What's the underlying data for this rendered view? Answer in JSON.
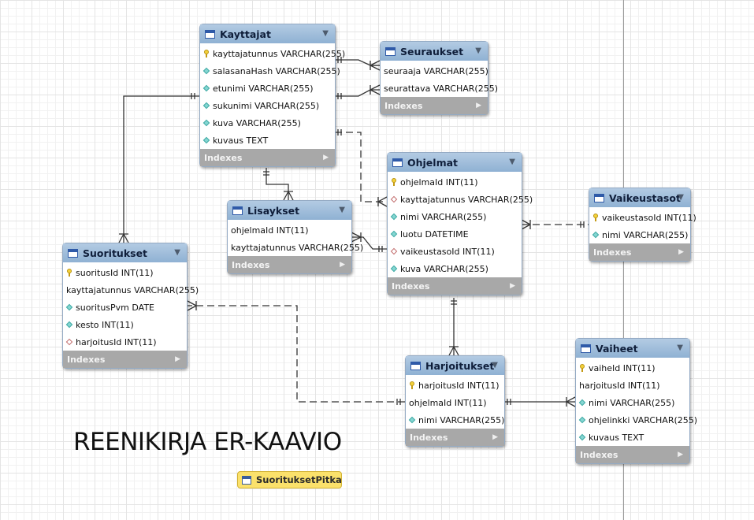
{
  "diagram_title": "REENIKIRJA ER-KAAVIO",
  "view": {
    "name": "SuorituksetPitka",
    "icon": "view-table-icon"
  },
  "indexes_label": "Indexes",
  "tables": {
    "kayttajat": {
      "name": "Kayttajat",
      "columns": [
        {
          "text": "kayttajatunnus VARCHAR(255)",
          "kind": "key"
        },
        {
          "text": "salasanaHash VARCHAR(255)",
          "kind": "attr"
        },
        {
          "text": "etunimi VARCHAR(255)",
          "kind": "attr"
        },
        {
          "text": "sukunimi VARCHAR(255)",
          "kind": "attr"
        },
        {
          "text": "kuva VARCHAR(255)",
          "kind": "attr"
        },
        {
          "text": "kuvaus TEXT",
          "kind": "attr"
        }
      ]
    },
    "seuraukset": {
      "name": "Seuraukset",
      "columns": [
        {
          "text": "seuraaja VARCHAR(255)",
          "kind": "none"
        },
        {
          "text": "seurattava VARCHAR(255)",
          "kind": "none"
        }
      ]
    },
    "ohjelmat": {
      "name": "Ohjelmat",
      "columns": [
        {
          "text": "ohjelmaId INT(11)",
          "kind": "key"
        },
        {
          "text": "kayttajatunnus VARCHAR(255)",
          "kind": "fk"
        },
        {
          "text": "nimi VARCHAR(255)",
          "kind": "attr"
        },
        {
          "text": "luotu DATETIME",
          "kind": "attr"
        },
        {
          "text": "vaikeustasoId INT(11)",
          "kind": "fk"
        },
        {
          "text": "kuva VARCHAR(255)",
          "kind": "attr"
        }
      ]
    },
    "lisaykset": {
      "name": "Lisaykset",
      "columns": [
        {
          "text": "ohjelmaId INT(11)",
          "kind": "none"
        },
        {
          "text": "kayttajatunnus VARCHAR(255)",
          "kind": "none"
        }
      ]
    },
    "vaikeustasot": {
      "name": "Vaikeustasot",
      "columns": [
        {
          "text": "vaikeustasoId INT(11)",
          "kind": "key"
        },
        {
          "text": "nimi VARCHAR(255)",
          "kind": "attr"
        }
      ]
    },
    "suoritukset": {
      "name": "Suoritukset",
      "columns": [
        {
          "text": "suoritusId INT(11)",
          "kind": "key"
        },
        {
          "text": "kayttajatunnus VARCHAR(255)",
          "kind": "none"
        },
        {
          "text": "suoritusPvm DATE",
          "kind": "attr"
        },
        {
          "text": "kesto INT(11)",
          "kind": "attr"
        },
        {
          "text": "harjoitusId INT(11)",
          "kind": "fk"
        }
      ]
    },
    "harjoitukset": {
      "name": "Harjoitukset",
      "columns": [
        {
          "text": "harjoitusId INT(11)",
          "kind": "key"
        },
        {
          "text": "ohjelmaId INT(11)",
          "kind": "none"
        },
        {
          "text": "nimi VARCHAR(255)",
          "kind": "attr"
        }
      ]
    },
    "vaiheet": {
      "name": "Vaiheet",
      "columns": [
        {
          "text": "vaiheId INT(11)",
          "kind": "key"
        },
        {
          "text": "harjoitusId INT(11)",
          "kind": "none"
        },
        {
          "text": "nimi VARCHAR(255)",
          "kind": "attr"
        },
        {
          "text": "ohjelinkki VARCHAR(255)",
          "kind": "attr"
        },
        {
          "text": "kuvaus TEXT",
          "kind": "attr"
        }
      ]
    }
  }
}
